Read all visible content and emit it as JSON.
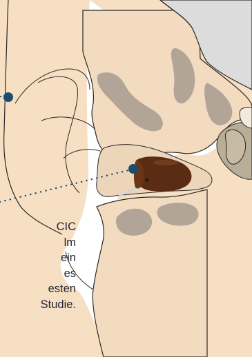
{
  "caption": {
    "lines": [
      "CIC",
      "lm",
      "ein",
      "es",
      "esten",
      "Studie."
    ]
  },
  "colors": {
    "skin": "#f6dfc3",
    "skin_shadow": "#ead3b8",
    "cartilage": "#b3a498",
    "outline": "#2a2624",
    "inner_gray": "#dcdcdc",
    "hearing_aid": "#5a2c13",
    "pointer": "#1a4d6e",
    "handle": "#d4d4d4",
    "olive_canal": "#b7ae98"
  },
  "icons": {
    "pointer_dot": "circle",
    "device": "cic-hearing-aid"
  }
}
